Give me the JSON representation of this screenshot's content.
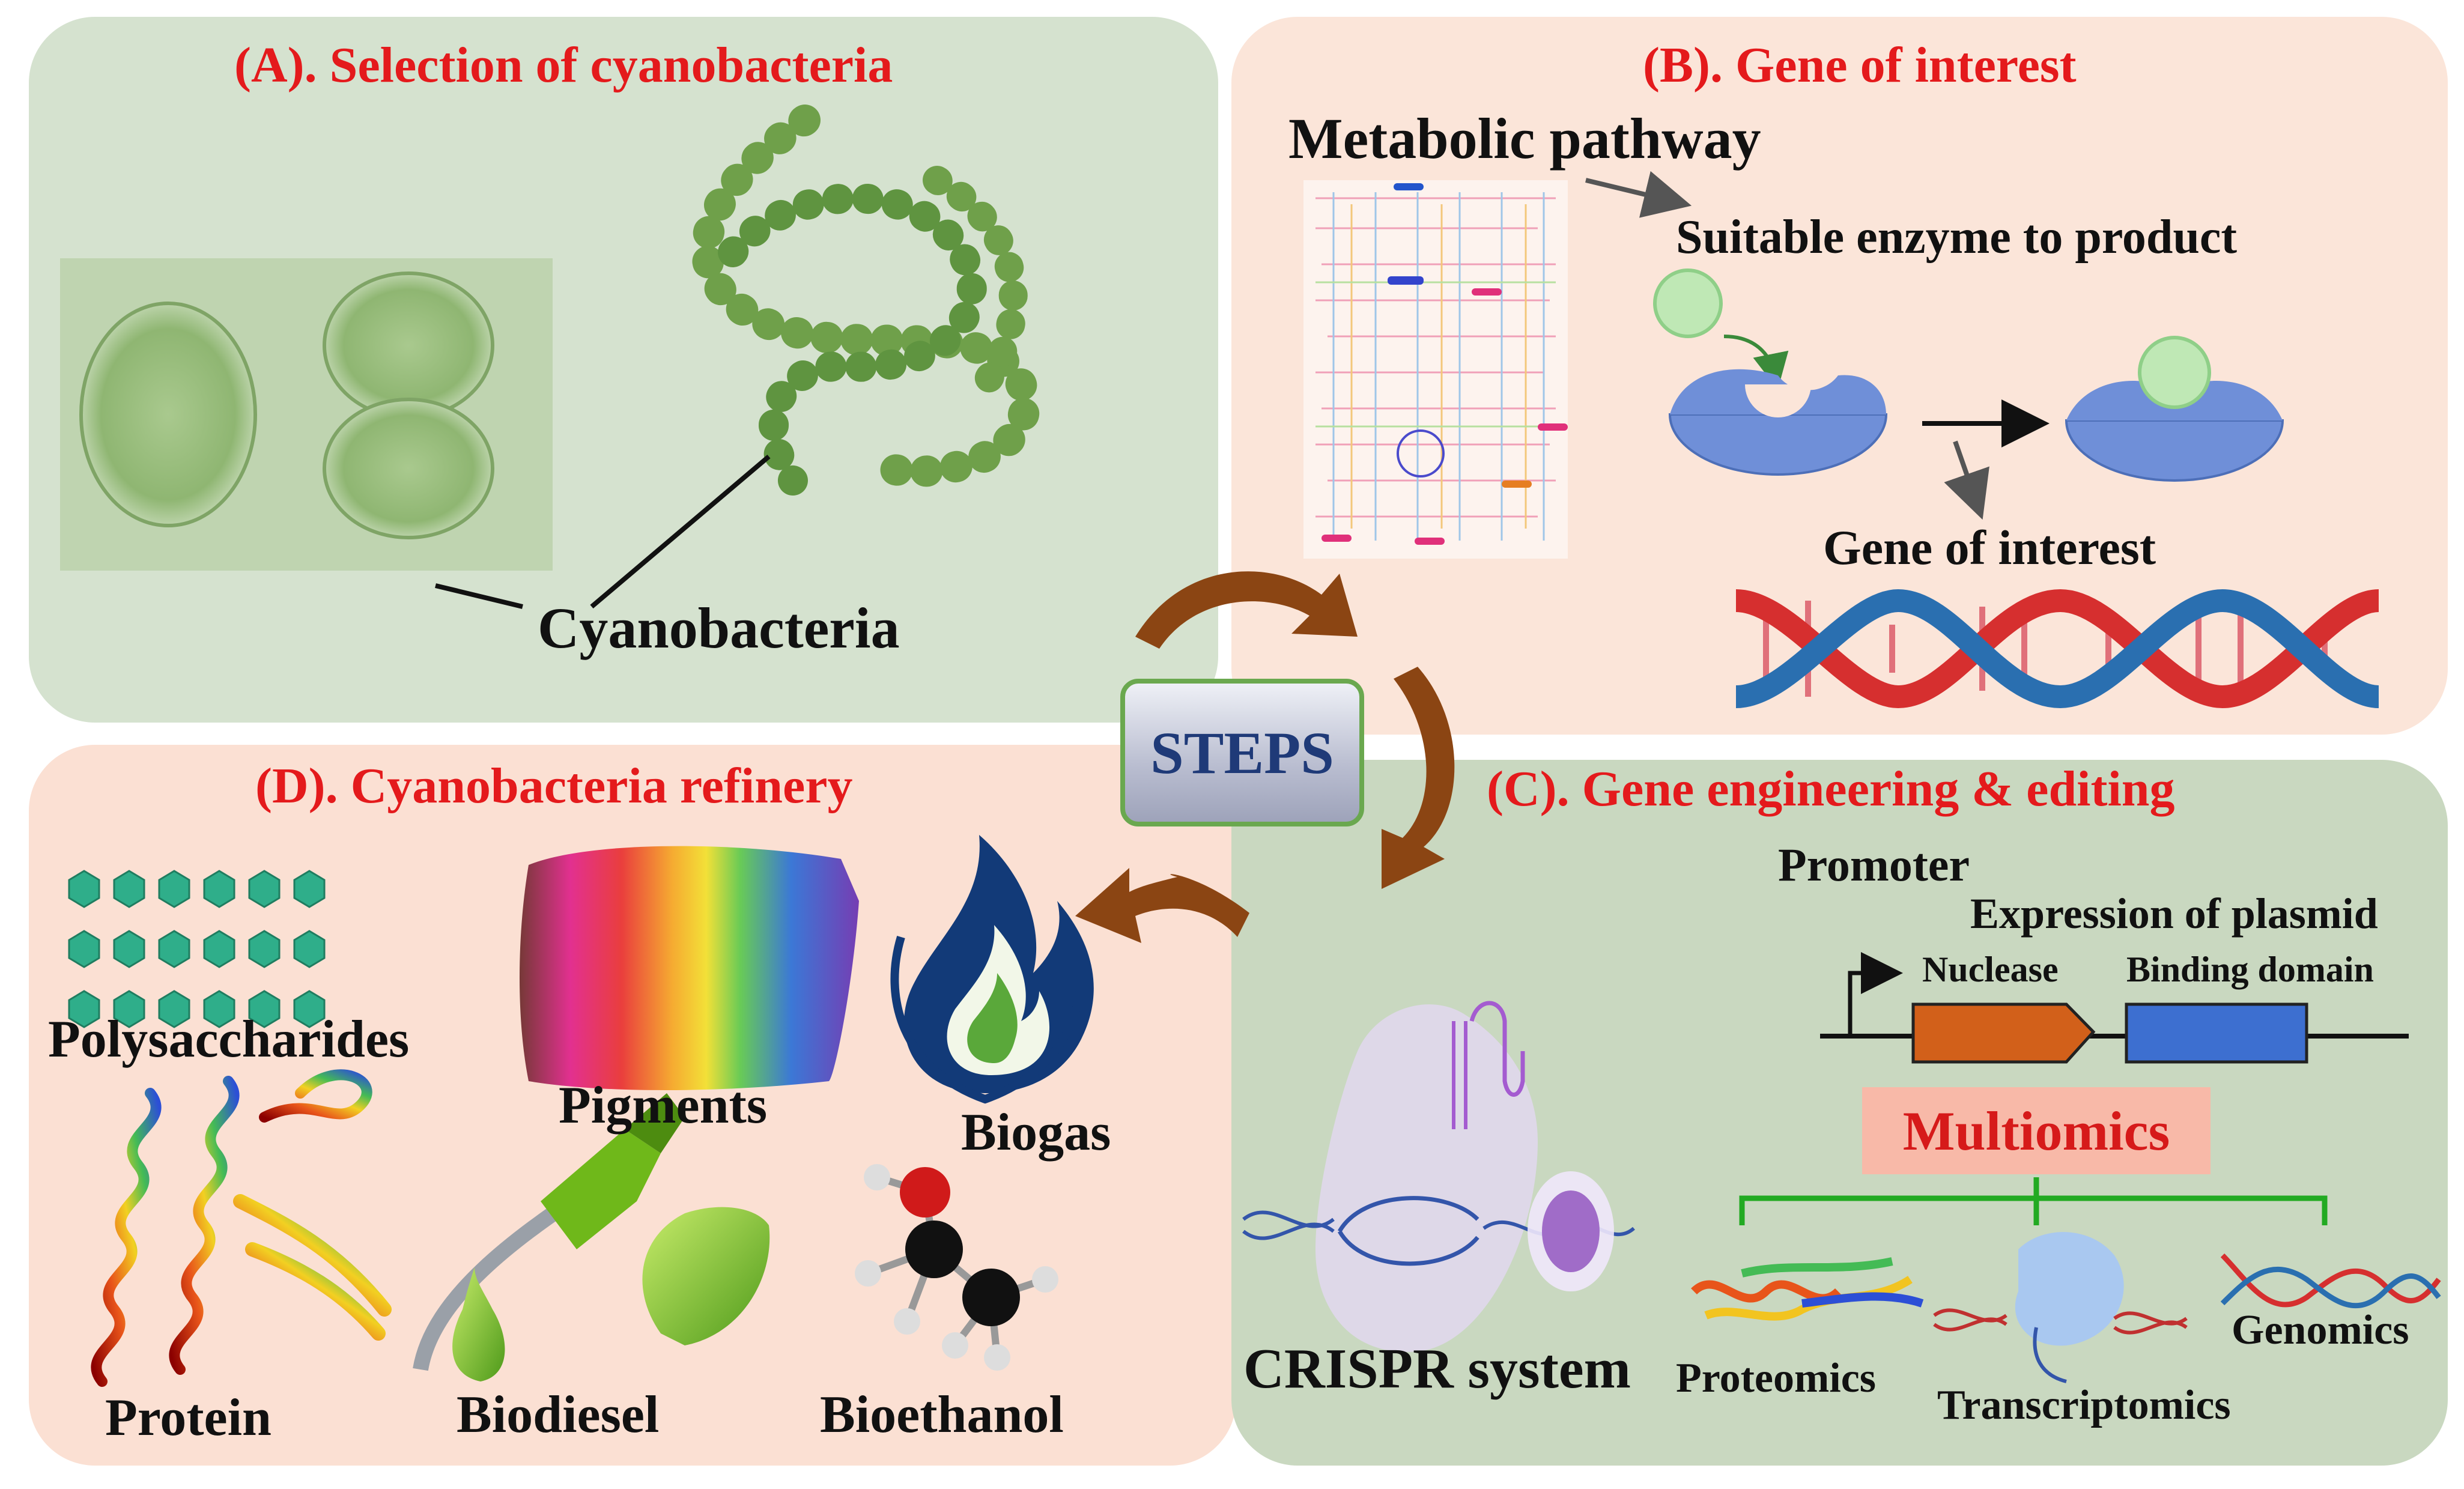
{
  "panels": {
    "a": {
      "title": "(A). Selection of cyanobacteria",
      "label_cyanobacteria": "Cyanobacteria"
    },
    "b": {
      "title": "(B). Gene of interest",
      "label_metabolic": "Metabolic pathway",
      "label_enzyme": "Suitable enzyme to product",
      "label_gene": "Gene of interest"
    },
    "c": {
      "title": "(C). Gene engineering & editing",
      "label_promoter": "Promoter",
      "label_expression": "Expression of plasmid",
      "label_nuclease": "Nuclease",
      "label_binding": "Binding domain",
      "label_multiomics": "Multiomics",
      "label_crispr": "CRISPR system",
      "label_proteomics": "Proteomics",
      "label_transcriptomics": "Transcriptomics",
      "label_genomics": "Genomics"
    },
    "d": {
      "title": "(D). Cyanobacteria refinery",
      "label_polysaccharides": "Polysaccharides",
      "label_pigments": "Pigments",
      "label_biogas": "Biogas",
      "label_protein": "Protein",
      "label_biodiesel": "Biodiesel",
      "label_bioethanol": "Bioethanol"
    }
  },
  "center": {
    "label": "STEPS"
  },
  "colors": {
    "title_red": "#e41a1c",
    "arrow_brown": "#8b4513",
    "panel_green": "#d5e2cf",
    "panel_peach": "#fbe5d9",
    "enzyme_blue": "#6f8fd8",
    "substrate_green": "#bfe8b5",
    "dna_red": "#d62f2f",
    "dna_blue": "#2a6fb0",
    "omics_green": "#22aa22"
  }
}
